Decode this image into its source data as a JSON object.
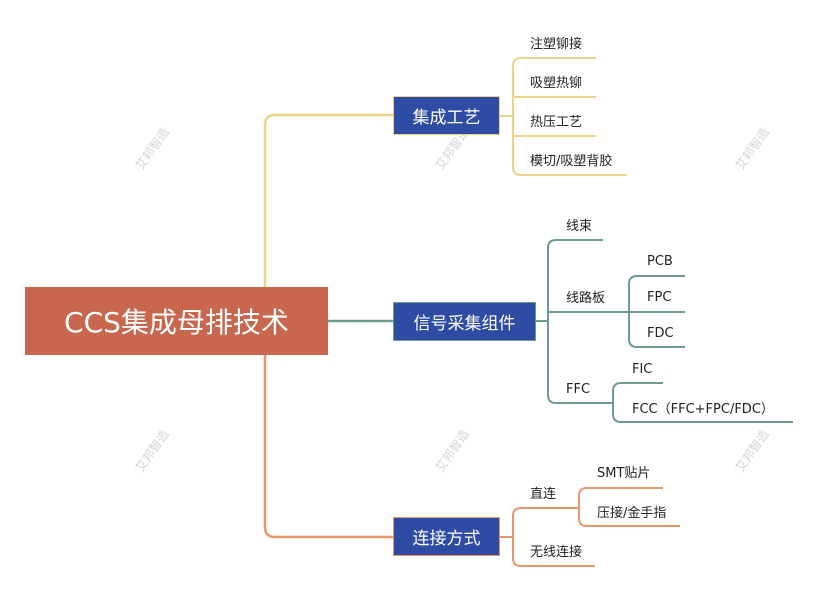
{
  "root": {
    "label": "CCS集成母排技术"
  },
  "colors": {
    "root": "#C8664E",
    "topic": "#2F4CA4",
    "branch1": "#EDD28A",
    "branch2": "#6E9C8C",
    "branch3": "#E8966C"
  },
  "watermark": "艾邦智造",
  "branches": [
    {
      "label": "集成工艺",
      "children": [
        "注塑铆接",
        "吸塑热铆",
        "热压工艺",
        "模切/吸塑背胶"
      ]
    },
    {
      "label": "信号采集组件",
      "children": [
        {
          "label": "线束"
        },
        {
          "label": "线路板",
          "children": [
            "PCB",
            "FPC",
            "FDC"
          ]
        },
        {
          "label": "FFC",
          "children": [
            "FIC",
            "FCC（FFC+FPC/FDC）"
          ]
        }
      ]
    },
    {
      "label": "连接方式",
      "children": [
        {
          "label": "直连",
          "children": [
            "SMT贴片",
            "压接/金手指"
          ]
        },
        {
          "label": "无线连接"
        }
      ]
    }
  ]
}
